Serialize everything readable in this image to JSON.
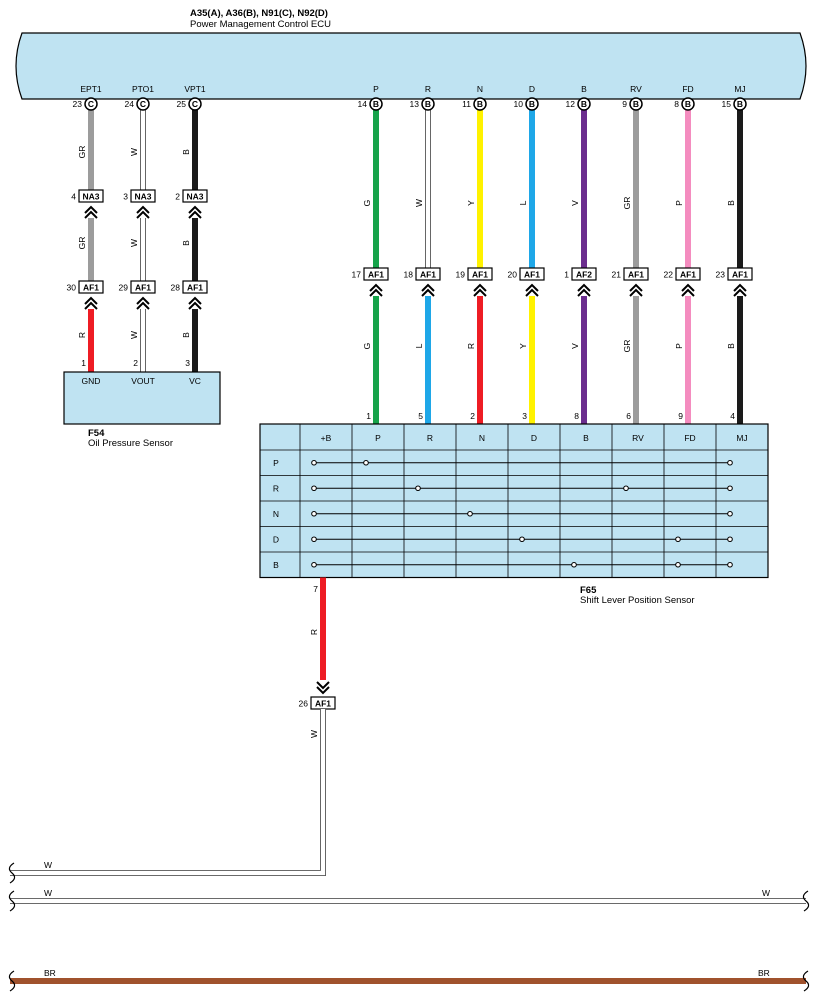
{
  "ecu": {
    "part_codes": "A35(A), A36(B), N91(C), N92(D)",
    "name": "Power Management Control ECU",
    "terminals": [
      {
        "name": "EPT1",
        "pin": "23",
        "connector": "C"
      },
      {
        "name": "PTO1",
        "pin": "24",
        "connector": "C"
      },
      {
        "name": "VPT1",
        "pin": "25",
        "connector": "C"
      },
      {
        "name": "P",
        "pin": "14",
        "connector": "B"
      },
      {
        "name": "R",
        "pin": "13",
        "connector": "B"
      },
      {
        "name": "N",
        "pin": "11",
        "connector": "B"
      },
      {
        "name": "D",
        "pin": "10",
        "connector": "B"
      },
      {
        "name": "B",
        "pin": "12",
        "connector": "B"
      },
      {
        "name": "RV",
        "pin": "9",
        "connector": "B"
      },
      {
        "name": "FD",
        "pin": "8",
        "connector": "B"
      },
      {
        "name": "MJ",
        "pin": "15",
        "connector": "B"
      }
    ]
  },
  "left_wires": [
    {
      "upper_color": "GR",
      "mid_pin": "4",
      "mid_conn": "NA3",
      "lower_color": "GR",
      "j_pin": "30",
      "j_conn": "AF1",
      "bottom_color": "R",
      "sensor_pin": "1",
      "sensor_term": "GND"
    },
    {
      "upper_color": "W",
      "mid_pin": "3",
      "mid_conn": "NA3",
      "lower_color": "W",
      "j_pin": "29",
      "j_conn": "AF1",
      "bottom_color": "W",
      "sensor_pin": "2",
      "sensor_term": "VOUT"
    },
    {
      "upper_color": "B",
      "mid_pin": "2",
      "mid_conn": "NA3",
      "lower_color": "B",
      "j_pin": "28",
      "j_conn": "AF1",
      "bottom_color": "B",
      "sensor_pin": "3",
      "sensor_term": "VC"
    }
  ],
  "right_wires": [
    {
      "upper_color": "G",
      "j_pin": "17",
      "j_conn": "AF1",
      "lower_color": "G",
      "sensor_pin": "1"
    },
    {
      "upper_color": "W",
      "j_pin": "18",
      "j_conn": "AF1",
      "lower_color": "L",
      "sensor_pin": "5"
    },
    {
      "upper_color": "Y",
      "j_pin": "19",
      "j_conn": "AF1",
      "lower_color": "R",
      "sensor_pin": "2"
    },
    {
      "upper_color": "L",
      "j_pin": "20",
      "j_conn": "AF1",
      "lower_color": "Y",
      "sensor_pin": "3"
    },
    {
      "upper_color": "V",
      "j_pin": "1",
      "j_conn": "AF2",
      "lower_color": "V",
      "sensor_pin": "8"
    },
    {
      "upper_color": "GR",
      "j_pin": "21",
      "j_conn": "AF1",
      "lower_color": "GR",
      "sensor_pin": "6"
    },
    {
      "upper_color": "P",
      "j_pin": "22",
      "j_conn": "AF1",
      "lower_color": "P",
      "sensor_pin": "9"
    },
    {
      "upper_color": "B",
      "j_pin": "23",
      "j_conn": "AF1",
      "lower_color": "B",
      "sensor_pin": "4"
    }
  ],
  "wire_colors": {
    "GR": "#9c9c9c",
    "W": "#ffffff",
    "B": "#1a1a1a",
    "R": "#ee1c24",
    "G": "#16a34a",
    "Y": "#fff200",
    "L": "#1ea7e8",
    "V": "#6b2d8e",
    "P": "#f48cbf",
    "BR": "#a0522d"
  },
  "oil_sensor": {
    "id": "F54",
    "name": "Oil Pressure Sensor"
  },
  "shift_sensor": {
    "id": "F65",
    "name": "Shift Lever Position Sensor",
    "columns": [
      "+B",
      "P",
      "R",
      "N",
      "D",
      "B",
      "RV",
      "FD",
      "MJ"
    ],
    "rows": [
      {
        "label": "P",
        "contacts": [
          "+B",
          "P",
          "MJ"
        ]
      },
      {
        "label": "R",
        "contacts": [
          "+B",
          "R",
          "RV",
          "MJ"
        ]
      },
      {
        "label": "N",
        "contacts": [
          "+B",
          "N",
          "MJ"
        ]
      },
      {
        "label": "D",
        "contacts": [
          "+B",
          "D",
          "FD",
          "MJ"
        ]
      },
      {
        "label": "B",
        "contacts": [
          "+B",
          "B",
          "FD",
          "MJ"
        ]
      }
    ],
    "out_pin": "7",
    "out_wire_color": "R",
    "out_j_pin": "26",
    "out_j_conn": "AF1",
    "after_j_color": "W"
  },
  "buses": [
    {
      "left_label": "W",
      "right_label": ""
    },
    {
      "left_label": "W",
      "right_label": "W"
    },
    {
      "left_label": "BR",
      "right_label": "BR"
    }
  ]
}
